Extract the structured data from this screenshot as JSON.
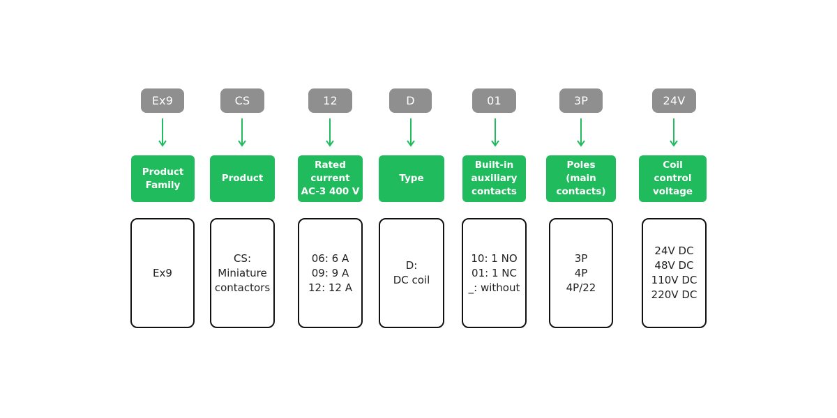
{
  "colors": {
    "code_background": "#8f8f8f",
    "label_background": "#1fbb5c",
    "arrow": "#1fbb5c",
    "box_border": "#111111"
  },
  "segments": [
    {
      "code": "Ex9",
      "label": "Product\nFamily",
      "description": "Ex9"
    },
    {
      "code": "CS",
      "label": "Product",
      "description": "CS:\nMiniature\ncontactors"
    },
    {
      "code": "12",
      "label": "Rated\ncurrent\nAC-3 400 V",
      "description": "06: 6 A\n09: 9 A\n12: 12 A"
    },
    {
      "code": "D",
      "label": "Type",
      "description": "D:\nDC coil"
    },
    {
      "code": "01",
      "label": "Built-in\nauxiliary\ncontacts",
      "description": "10: 1 NO\n01: 1 NC\n_: without"
    },
    {
      "code": "3P",
      "label": "Poles\n(main\ncontacts)",
      "description": "3P\n4P\n4P/22"
    },
    {
      "code": "24V",
      "label": "Coil\ncontrol\nvoltage",
      "description": "24V DC\n48V DC\n110V DC\n220V DC"
    }
  ]
}
